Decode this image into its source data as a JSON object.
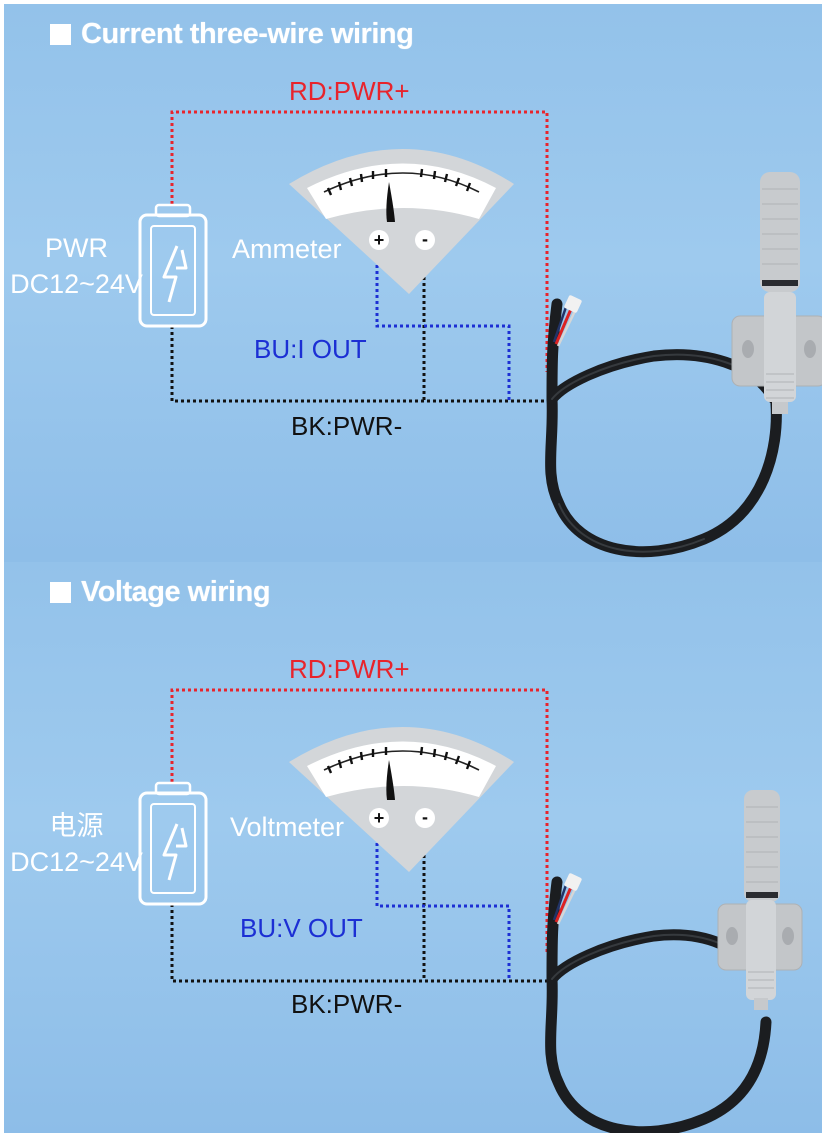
{
  "panels": [
    {
      "title": "Current three-wire wiring",
      "red_wire": "RD:PWR+",
      "signal_wire": "BU:I OUT",
      "black_wire": "BK:PWR-",
      "power_label_line1": "PWR",
      "power_label_line2": "DC12~24V",
      "meter_label": "Ammeter",
      "meter_plus": "+",
      "meter_minus": "-"
    },
    {
      "title": "Voltage wiring",
      "red_wire": "RD:PWR+",
      "signal_wire": "BU:V OUT",
      "black_wire": "BK:PWR-",
      "power_label_line1": "电源",
      "power_label_line2": "DC12~24V",
      "meter_label": "Voltmeter",
      "meter_plus": "+",
      "meter_minus": "-"
    }
  ],
  "colors": {
    "background": "#93c2ea",
    "red_wire": "#e8242c",
    "blue_wire": "#1c2fd4",
    "black_wire": "#111111",
    "meter_body": "#d2d5d8",
    "sensor_body": "#c9cccf",
    "cable": "#1b1d20"
  },
  "icons": {
    "battery": "battery-lightning-icon",
    "meter": "analog-meter-icon",
    "sensor": "temperature-humidity-sensor-probe"
  }
}
